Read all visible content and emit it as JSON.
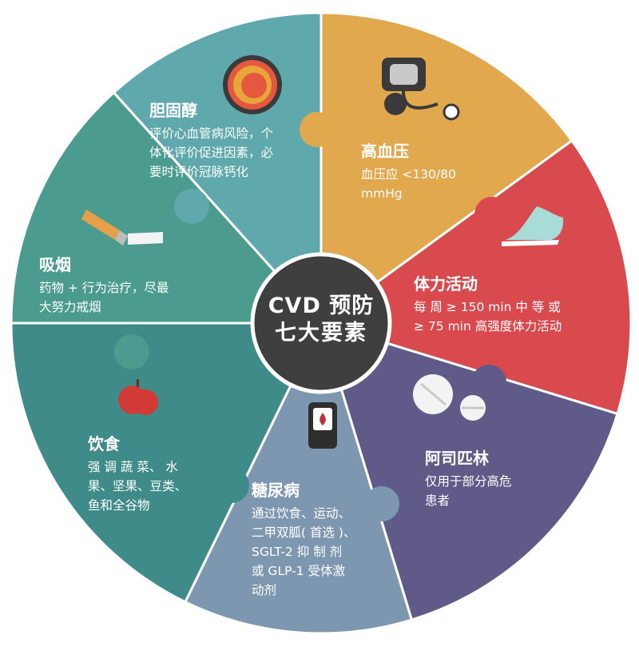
{
  "center": {
    "line1": "CVD 预防",
    "line2": "七大要素",
    "color": "#3f3f3f"
  },
  "segments": [
    {
      "id": "cholesterol",
      "title": "胆固醇",
      "desc_lines": [
        "评价心血管病风险，个",
        "体化评价促进因素，必",
        "要时评价冠脉钙化"
      ],
      "color": "#5fa8ab",
      "icon": "cholesterol-icon"
    },
    {
      "id": "blood-pressure",
      "title": "高血压",
      "desc_lines": [
        "血压应 <130/80",
        "mmHg"
      ],
      "color": "#e2a84e",
      "icon": "blood-pressure-monitor-icon"
    },
    {
      "id": "physical-activity",
      "title": "体力活动",
      "desc_lines": [
        "每 周 ≥ 150 min 中 等 或",
        "≥ 75 min 高强度体力活动"
      ],
      "color": "#d94a4f",
      "icon": "sneaker-icon"
    },
    {
      "id": "aspirin",
      "title": "阿司匹林",
      "desc_lines": [
        "仅用于部分高危",
        "患者"
      ],
      "color": "#5f5a88",
      "icon": "pill-icon"
    },
    {
      "id": "diabetes",
      "title": "糖尿病",
      "desc_lines": [
        "通过饮食、运动、",
        "二甲双胍( 首选 )、",
        "SGLT-2 抑 制 剂",
        "或 GLP-1 受体激",
        "动剂"
      ],
      "color": "#7e97b1",
      "icon": "glucose-meter-icon"
    },
    {
      "id": "diet",
      "title": "饮食",
      "desc_lines": [
        "强 调 蔬 菜、 水",
        "果、坚果、豆类、",
        "鱼和全谷物"
      ],
      "color": "#3f8b8a",
      "icon": "apple-icon"
    },
    {
      "id": "smoking",
      "title": "吸烟",
      "desc_lines": [
        "药物 + 行为治疗，尽最",
        "大努力戒烟"
      ],
      "color": "#4b9c8f",
      "icon": "cigarette-icon"
    }
  ]
}
